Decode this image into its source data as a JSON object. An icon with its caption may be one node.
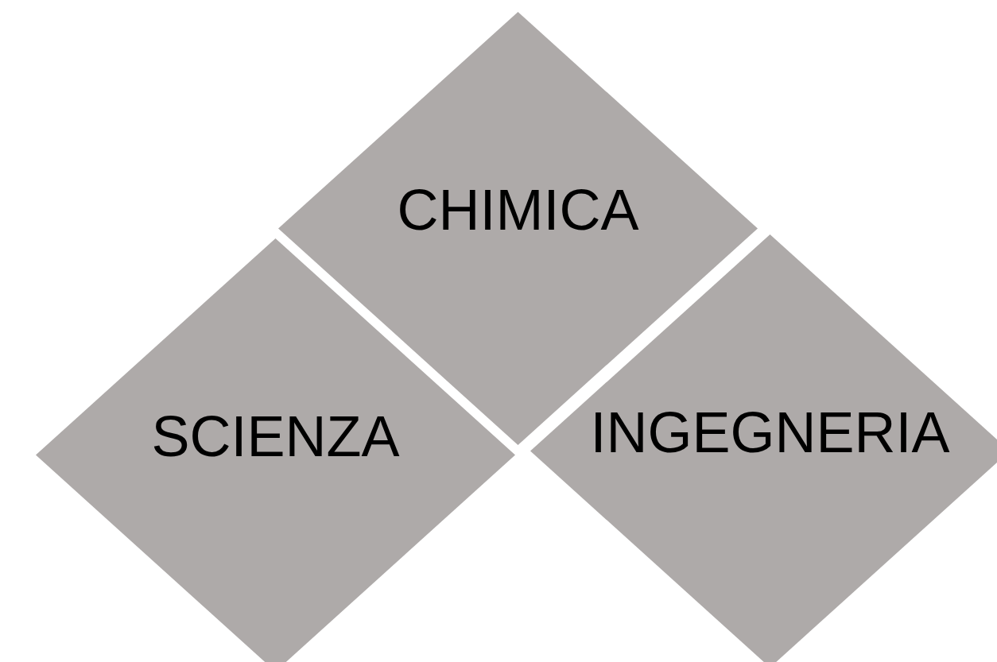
{
  "diagram": {
    "nodes": [
      {
        "text": [
          "CHIMICA"
        ]
      },
      {
        "text": [
          "SCIENZA"
        ]
      },
      {
        "text": [
          "INGEGNERIA"
        ]
      }
    ]
  }
}
